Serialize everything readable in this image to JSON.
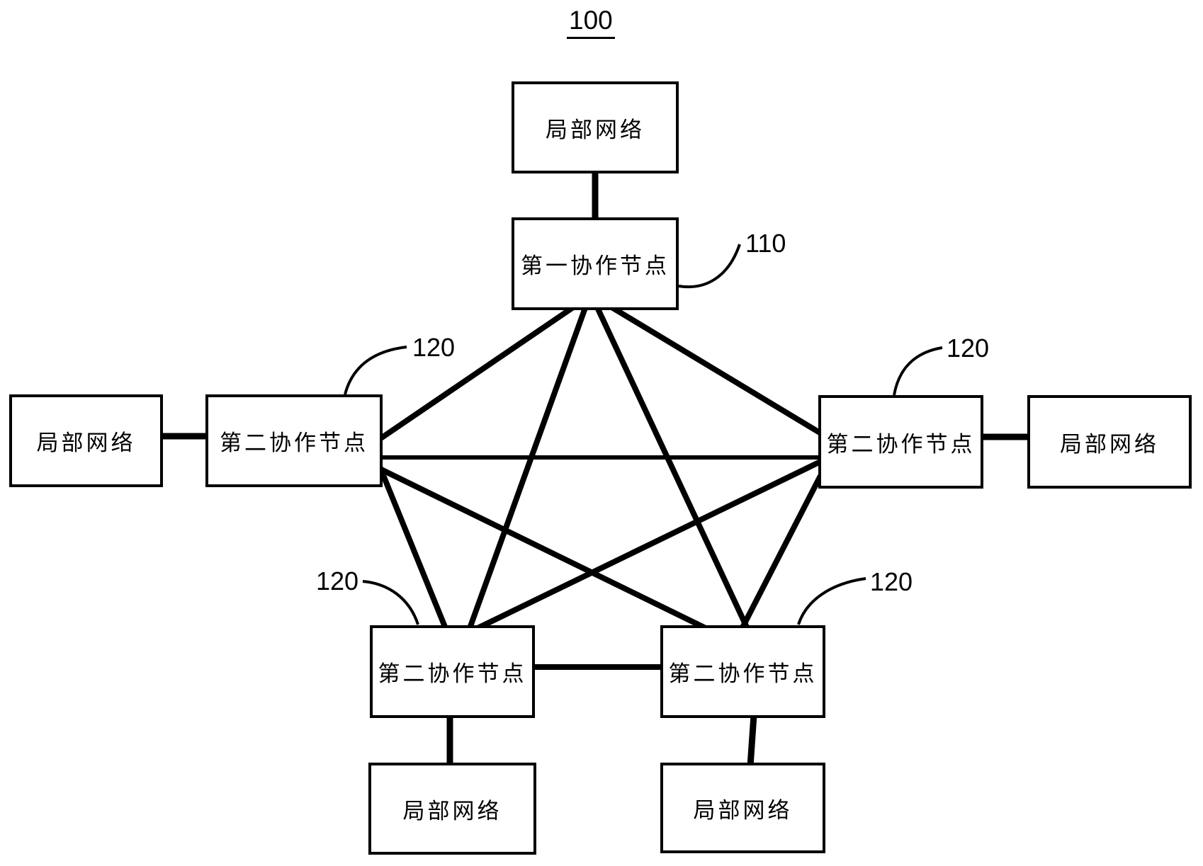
{
  "figure": {
    "title": "100",
    "refs": {
      "first_node": "110",
      "second_node": "120"
    },
    "boxes": {
      "local_network": "局部网络",
      "first_coop_node": "第一协作节点",
      "second_coop_node": "第二协作节点"
    },
    "colors": {
      "line": "#000000",
      "box_fill": "#ffffff",
      "background": "#ffffff"
    }
  }
}
